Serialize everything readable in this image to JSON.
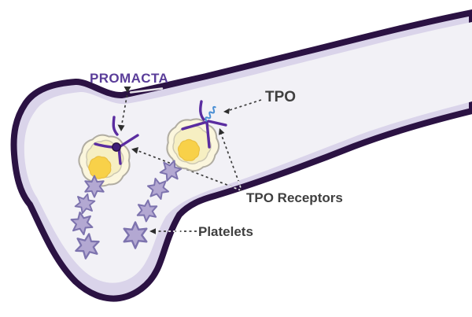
{
  "diagram": {
    "labels": {
      "drug": "PROMACTA",
      "tpo": "TPO",
      "tpo_receptors": "TPO Receptors",
      "platelets": "Platelets"
    },
    "colors": {
      "background": "#ffffff",
      "bone_outline": "#2b1243",
      "bone_cortex_band": "#dad4ea",
      "bone_marrow": "#f2f1f6",
      "platelet_fill": "#b3a8d2",
      "platelet_stroke": "#7d73ae",
      "megakaryocyte_outer": "#fbf6dd",
      "megakaryocyte_inner": "#f6efc2",
      "megakaryocyte_nucleus": "#f8d149",
      "receptor_purple": "#5a2ca0",
      "drug_dot": "#3f1f78",
      "tpo_molecule_blue": "#4a8fd4",
      "annotation_text": "#3f3f3f",
      "drug_label": "#5a3d99",
      "arrow": "#2e2e2e"
    },
    "counts": {
      "megakaryocytes": 2,
      "platelets": 8
    },
    "annotations": [
      {
        "label": "PROMACTA",
        "points_to": "drug molecule bound at receptor on megakaryocyte 1"
      },
      {
        "label": "TPO",
        "points_to": "TPO molecule bound to receptor on megakaryocyte 2"
      },
      {
        "label": "TPO Receptors",
        "points_to": "receptors on both megakaryocytes"
      },
      {
        "label": "Platelets",
        "points_to": "platelet star shape"
      }
    ]
  }
}
